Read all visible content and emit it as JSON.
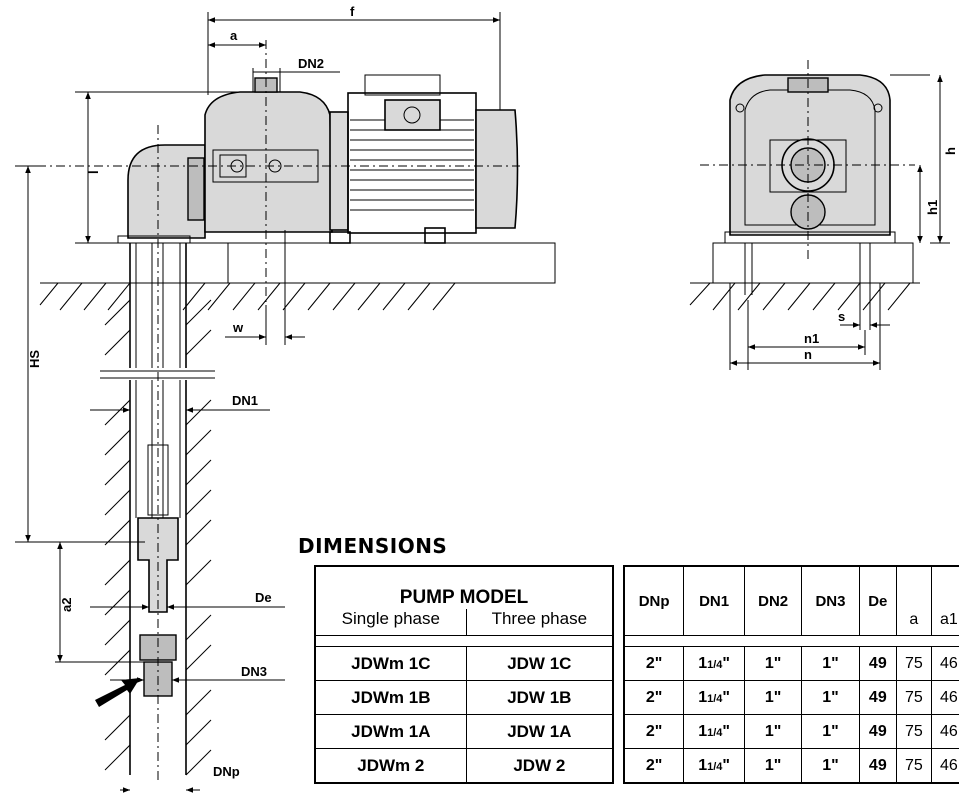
{
  "labels": {
    "f": "f",
    "a": "a",
    "dn2": "DN2",
    "l": "l",
    "hs": "HS",
    "w": "w",
    "dn1": "DN1",
    "a2": "a2",
    "de": "De",
    "dn3": "DN3",
    "dnp": "DNp",
    "h": "h",
    "h1": "h1",
    "s": "s",
    "n1": "n1",
    "n": "n"
  },
  "section_title": "DIMENSIONS",
  "model_table": {
    "header": "PUMP MODEL",
    "sub_single": "Single phase",
    "sub_three": "Three phase",
    "rows": [
      {
        "single": "JDWm 1C",
        "three": "JDW 1C"
      },
      {
        "single": "JDWm 1B",
        "three": "JDW 1B"
      },
      {
        "single": "JDWm 1A",
        "three": "JDW 1A"
      },
      {
        "single": "JDWm 2",
        "three": "JDW 2"
      }
    ]
  },
  "spec_table": {
    "headers": {
      "dnp": "DNp",
      "dn1": "DN1",
      "dn2": "DN2",
      "dn3": "DN3",
      "de": "De",
      "a": "a",
      "a1": "a1"
    },
    "rows": [
      {
        "dnp": "2\"",
        "dn1_whole": "1",
        "dn1_frac": "1/4",
        "dn1_mark": "\"",
        "dn2": "1\"",
        "dn3": "1\"",
        "de": "49",
        "a": "75",
        "a1": "46"
      },
      {
        "dnp": "2\"",
        "dn1_whole": "1",
        "dn1_frac": "1/4",
        "dn1_mark": "\"",
        "dn2": "1\"",
        "dn3": "1\"",
        "de": "49",
        "a": "75",
        "a1": "46"
      },
      {
        "dnp": "2\"",
        "dn1_whole": "1",
        "dn1_frac": "1/4",
        "dn1_mark": "\"",
        "dn2": "1\"",
        "dn3": "1\"",
        "de": "49",
        "a": "75",
        "a1": "46"
      },
      {
        "dnp": "2\"",
        "dn1_whole": "1",
        "dn1_frac": "1/4",
        "dn1_mark": "\"",
        "dn2": "1\"",
        "dn3": "1\"",
        "de": "49",
        "a": "75",
        "a1": "46"
      }
    ]
  }
}
